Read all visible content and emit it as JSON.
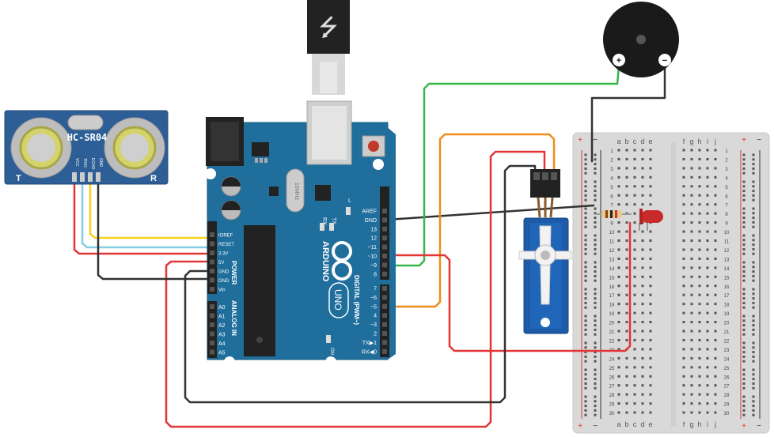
{
  "sensor": {
    "title": "HC-SR04",
    "corner_left": "T",
    "corner_right": "R",
    "pins": [
      "VCC",
      "TRIG",
      "ECHO",
      "GND"
    ]
  },
  "arduino": {
    "brand": "ARDUINO",
    "model": "UNO",
    "regulator_label": "16MHz",
    "tx_label": "TX",
    "rx_label": "RX",
    "l_label": "L",
    "on_label": "ON",
    "power_header": [
      "IOREF",
      "RESET",
      "3.3V",
      "5V",
      "GND",
      "GND",
      "Vin"
    ],
    "power_title": "POWER",
    "analog_header": [
      "A0",
      "A1",
      "A2",
      "A3",
      "A4",
      "A5"
    ],
    "analog_title": "ANALOG IN",
    "digital_top": [
      "AREF",
      "GND",
      "13",
      "12",
      "~11",
      "~10",
      "~9",
      "8"
    ],
    "digital_bottom": [
      "7",
      "~6",
      "~5",
      "4",
      "~3",
      "2",
      "TX▶1",
      "RX◀0"
    ],
    "digital_title": "DIGITAL (PWM~)"
  },
  "breadboard": {
    "cols_left": [
      "a",
      "b",
      "c",
      "d",
      "e"
    ],
    "cols_right": [
      "f",
      "g",
      "h",
      "i",
      "j"
    ],
    "rows": [
      "1",
      "2",
      "3",
      "4",
      "5",
      "6",
      "7",
      "8",
      "9",
      "10",
      "11",
      "12",
      "13",
      "14",
      "15",
      "16",
      "17",
      "18",
      "19",
      "20",
      "21",
      "22",
      "23",
      "24",
      "25",
      "26",
      "27",
      "28",
      "29",
      "30"
    ],
    "rail_plus": "+",
    "rail_minus": "−"
  },
  "buzzer": {
    "plus": "+",
    "minus": "−"
  },
  "colors": {
    "arduino_blue": "#1f6e9c",
    "sensor_blue": "#2d5f96",
    "wire_red": "#e23535",
    "wire_yellow": "#f5d21e",
    "wire_cyan": "#86cce3",
    "wire_green": "#3ab54a",
    "wire_orange": "#ef8c1c",
    "wire_black": "#333333",
    "servo_blue": "#1e5aa8"
  }
}
